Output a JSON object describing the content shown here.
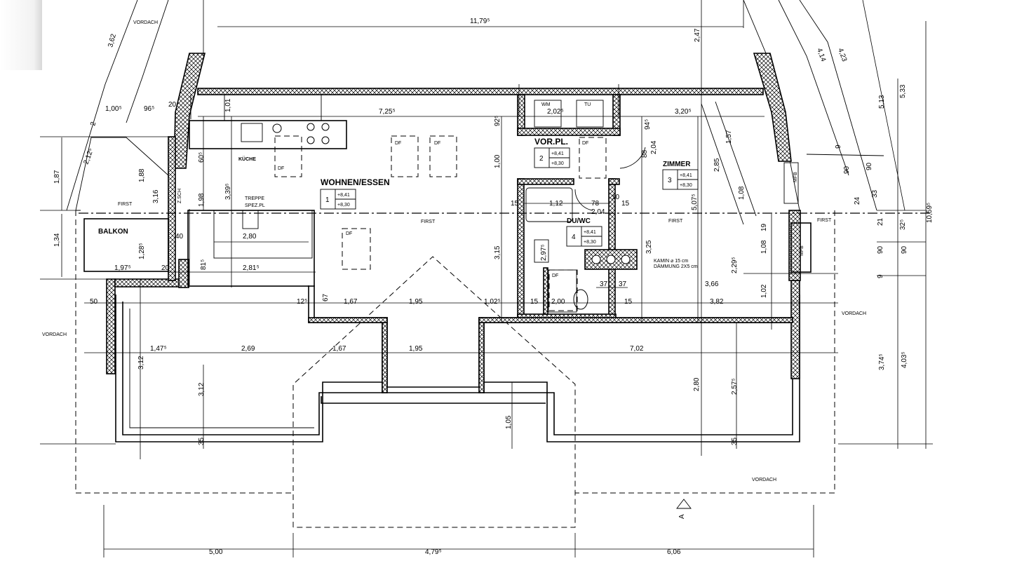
{
  "rooms": {
    "kueche": "KÜCHE",
    "wohnen": "WOHNEN/ESSEN",
    "vorpl": "VOR.PL.",
    "zimmer": "ZIMMER",
    "duwc": "DU/WC",
    "balkon": "BALKON",
    "treppe1": "TREPPE",
    "treppe2": "SPEZ.PL"
  },
  "room_tags": {
    "r1": {
      "num": "1",
      "top": "+8,41",
      "bottom": "+8,30"
    },
    "r2": {
      "num": "2",
      "top": "+8,41",
      "bottom": "+8,30"
    },
    "r3": {
      "num": "3",
      "top": "+8,41",
      "bottom": "+8,30"
    },
    "r4": {
      "num": "4",
      "top": "+8,41",
      "bottom": "+8,30"
    }
  },
  "labels": {
    "vordach": "VORDACH",
    "first": "FIRST",
    "df": "DF",
    "wm": "WM",
    "tu": "TU",
    "mfb": "MFB",
    "zsch": "Z.SCH",
    "kamin": "KAMIN ⌀ 15 cm",
    "daemmung": "DÄMMUNG 2X5 cm",
    "section": "A"
  },
  "dims": {
    "top_total": "11,79⁵",
    "bottom_1": "5,00",
    "bottom_2": "4,79⁵",
    "bottom_3": "6,06",
    "d_725": "7,25⁵",
    "d_202": "2,02⁵",
    "d_320": "3,20⁵",
    "d_1005": "1,00⁵",
    "d_96": "96⁵",
    "d_20a": "20",
    "d_362": "3,62",
    "d_247": "2,47",
    "d_513": "5,13",
    "d_533": "5,33",
    "d_414": "4,14",
    "d_423": "4,23",
    "d_101": "1,01",
    "d_100": "1,00",
    "d_339": "3,39⁵",
    "d_198": "1,98",
    "d_316": "3,16",
    "d_188": "1,88",
    "d_187": "1,87",
    "d_134": "1,34",
    "d_212": "2,12⁵",
    "d_60": "60⁵",
    "d_280": "2,80",
    "d_281": "2,81⁵",
    "d_40": "40",
    "d_81": "81⁵",
    "d_128": "1,28⁵",
    "d_197": "1,97⁵",
    "d_20b": "20",
    "d_50": "50",
    "d_12a": "12⁵",
    "d_167a": "1,67",
    "d_195a": "1,95",
    "d_102": "1,02⁵",
    "d_67": "67",
    "d_315": "3,15",
    "d_112": "1,12",
    "d_78": "78",
    "d_204": "2,04",
    "d_15": "15",
    "d_10": "10",
    "d_325": "3,25",
    "d_507": "5,07⁵",
    "d_297": "2,97⁵",
    "d_37a": "37",
    "d_37b": "37",
    "d_200": "2,00",
    "d_366": "3,66",
    "d_382": "3,82",
    "d_108a": "1,08",
    "d_102b": "1,02",
    "d_229": "2,29⁵",
    "d_88": "88",
    "d_94": "94⁵",
    "d_92": "92⁵",
    "d_204b": "2,04",
    "d_157": "1,57",
    "d_285": "2,85",
    "d_108b": "1,08",
    "d_9": "9",
    "d_90a": "90",
    "d_90b": "90",
    "d_24": "24",
    "d_33": "33",
    "d_21": "21",
    "d_32": "32⁵",
    "d_1059": "10,59⁵",
    "d_90c": "90",
    "d_90d": "90",
    "d_9b": "9",
    "d_19": "19",
    "d_147": "1,47⁵",
    "d_269": "2,69",
    "d_167b": "1,67",
    "d_195b": "1,95",
    "d_702": "7,02",
    "d_312a": "3,12",
    "d_312b": "3,12",
    "d_280b": "2,80",
    "d_257": "2,57⁵",
    "d_374": "3,74⁵",
    "d_403": "4,03⁵",
    "d_105": "1,05",
    "d_35": "35",
    "d_2": "2"
  }
}
